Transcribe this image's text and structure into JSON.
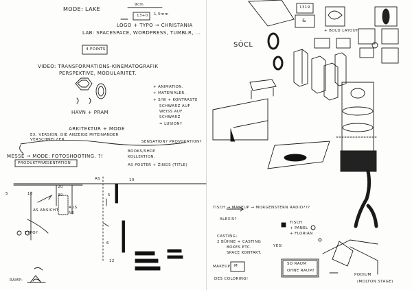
{
  "left_page": {
    "header": {
      "mode_label": "MODE: LAKE",
      "measure_label": "9cm",
      "box_label": "13+0",
      "mm_label": "1,5mm",
      "logo_line": "LOGO + TYPO → CHRISTANIA",
      "lab_line": "LAB: SPACESPACE, WORDPRESS, TUMBLR, ...",
      "points_box": "4 POINTS"
    },
    "video": {
      "line1": "VIDEO: TRANSFORMATIONS-KINEMATOGRAFIK",
      "line2": "PERSPEKTIVE, MODULARITET."
    },
    "hashtag_label": "HAVN + PRAM",
    "right_notes": [
      "+ ANIMATION.",
      "+ MATERIALER.",
      "+ S/W + KONTRASTE",
      "SCHWARZ AUF",
      "WEISS AUF",
      "SCHWARZ",
      "= LUSION?"
    ],
    "mid_line": "ARKITEKTUR + MODE",
    "mid_sub1": "EX. VERSION, DIE ANZEIGE MITEINANDER",
    "mid_sub2": "VERSCHMELZEN.",
    "sensation": "SENSATION? PROVOKATION?",
    "messe_line": "MESSE → MODE: FOTOSHOOTING. ?!",
    "messe_box": "PRODUKTPRÆSENTATION",
    "quote_line1": "BOOKS/SHOP",
    "quote_line2": "KOLLEKTION.",
    "quote_line3": "AS POSTER + ZINGS (TITLE)",
    "dimension_as": "AS",
    "dimension_mark": "10",
    "num_5": "5",
    "num_10a": "10",
    "num_20": "20",
    "num_30": "30",
    "aus_label": "AUS",
    "ne_label": "NE",
    "as_label_lower": "AS ANSICHT",
    "typo_label": "TYPO?",
    "ramp_label": "RAMP:",
    "bottom_num_5": "5",
    "bottom_num_6": "6",
    "bottom_num_12": "12"
  },
  "right_page": {
    "sogl_label": "SÓCL",
    "box_1319": "1319",
    "amp_label": "&",
    "logo_row_note": "+ BOLD LAYOUT",
    "tisch_line": "TISCH → MAKEUP → MORGENSTERN RADIO???",
    "alexis": "ALEXIS?",
    "legend_a": "TISCH",
    "legend_b": "+ PANEL",
    "legend_c": "+ FLORIAN",
    "casting_line1": "CASTING:",
    "casting_line2": "2 BÜHNE + CASTING",
    "casting_line3": "BOXES ETC.",
    "casting_line4": "SPACE KONTAKT.",
    "yes_label": "YES!",
    "makeup_label": "MAKEUP",
    "box_m": "M",
    "colorkey": "DES COLORING!",
    "stauraum_box1": "SO RAUM",
    "stauraum_box2": "OHNE RAUM!",
    "podium_label": "PODIUM",
    "molten_label": "(MOLTON STAGE)"
  }
}
